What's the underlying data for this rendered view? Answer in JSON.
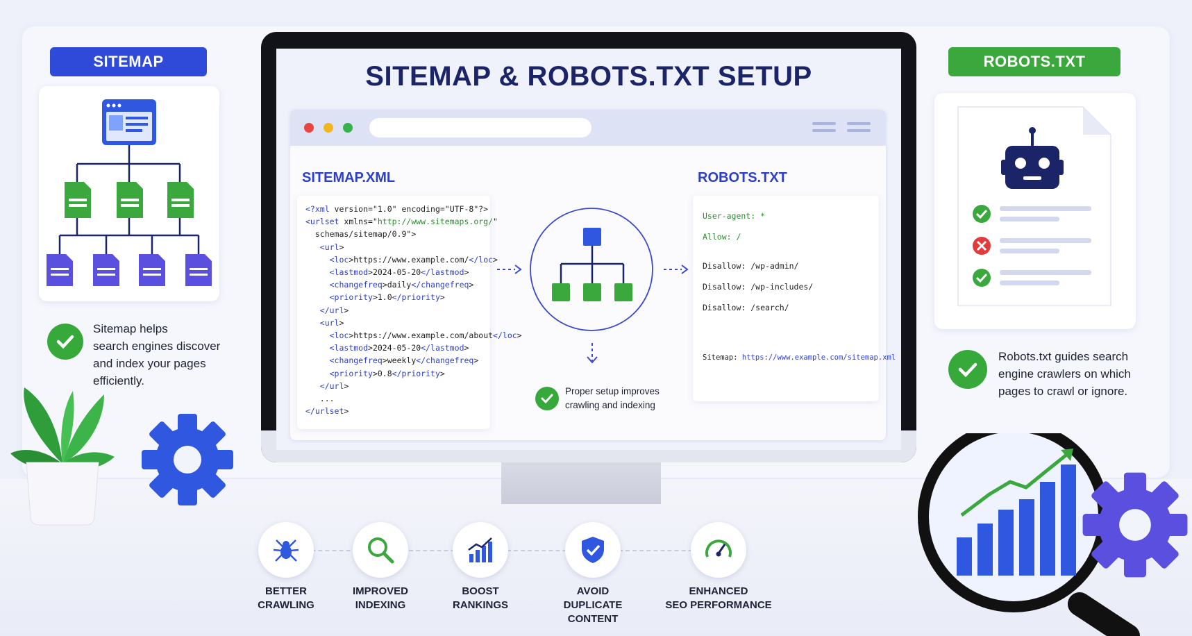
{
  "left": {
    "badge": "SITEMAP",
    "description": [
      "Sitemap helps",
      "search engines discover",
      "and index your pages",
      "efficiently."
    ]
  },
  "right": {
    "badge": "ROBOTS.TXT",
    "description": [
      "Robots.txt guides search",
      "engine crawlers on which",
      "pages to crawl or ignore."
    ]
  },
  "screen": {
    "title": "SITEMAP & ROBOTS.TXT SETUP",
    "sitemap_heading": "SITEMAP.XML",
    "robots_heading": "ROBOTS.TXT",
    "sitemap_code": [
      "<?xml version=\"1.0\" encoding=\"UTF-8\"?>",
      "<urlset xmlns=\"http://www.sitemaps.org/\"",
      "  schemas/sitemap/0.9\">",
      "   <url>",
      "     <loc>https://www.example.com/</loc>",
      "     <lastmod>2024-05-20</lastmod>",
      "     <changefreq>daily</changefreq>",
      "     <priority>1.0</priority>",
      "   </url>",
      "   <url>",
      "     <loc>https://www.example.com/about</loc>",
      "     <lastmod>2024-05-20</lastmod>",
      "     <changefreq>weekly</changefreq>",
      "     <priority>0.8</priority>",
      "   </url>",
      "   ...",
      "</urlset>"
    ],
    "robots_lines": {
      "user_agent": "User-agent: *",
      "allow": "Allow: /",
      "disallow_1": "Disallow: /wp-admin/",
      "disallow_2": "Disallow: /wp-includes/",
      "disallow_3": "Disallow: /search/",
      "sitemap_label": "Sitemap:",
      "sitemap_url": "https://www.example.com/sitemap.xml"
    },
    "center_note": [
      "Proper setup improves",
      "crawling and indexing"
    ]
  },
  "features": [
    {
      "icon": "spider-icon",
      "line1": "BETTER",
      "line2": "CRAWLING"
    },
    {
      "icon": "magnifier-icon",
      "line1": "IMPROVED",
      "line2": "INDEXING"
    },
    {
      "icon": "bar-chart-icon",
      "line1": "BOOST",
      "line2": "RANKINGS"
    },
    {
      "icon": "shield-check-icon",
      "line1": "AVOID",
      "line2": "DUPLICATE CONTENT"
    },
    {
      "icon": "gauge-icon",
      "line1": "ENHANCED",
      "line2": "SEO PERFORMANCE"
    }
  ],
  "colors": {
    "blue": "#2f49d8",
    "green": "#3aa83c",
    "purple": "#5b4fe0",
    "navy": "#1b2466"
  }
}
